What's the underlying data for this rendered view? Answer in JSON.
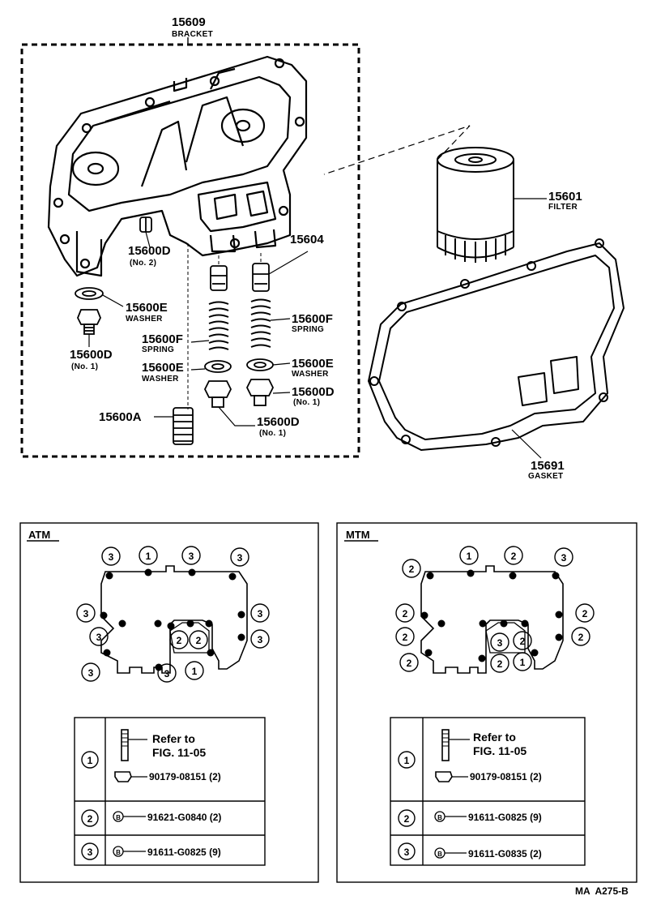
{
  "parts": {
    "bracket": {
      "number": "15609",
      "name": "BRACKET"
    },
    "filter": {
      "number": "15601",
      "name": "FILTER"
    },
    "gasket": {
      "number": "15691",
      "name": "GASKET"
    },
    "plug_no2": {
      "number": "15600D",
      "note": "(No. 2)"
    },
    "valve": {
      "number": "15604"
    },
    "washer_left": {
      "number": "15600E",
      "name": "WASHER"
    },
    "plug_left_no1": {
      "number": "15600D",
      "note": "(No. 1)"
    },
    "spring_right": {
      "number": "15600F",
      "name": "SPRING"
    },
    "spring_left": {
      "number": "15600F",
      "name": "SPRING"
    },
    "washer_mid_left": {
      "number": "15600E",
      "name": "WASHER"
    },
    "washer_mid_right": {
      "number": "15600E",
      "name": "WASHER"
    },
    "plug_mid_right": {
      "number": "15600D",
      "note": "(No. 1)"
    },
    "relief": {
      "number": "15600A"
    },
    "plug_bottom": {
      "number": "15600D",
      "note": "(No. 1)"
    }
  },
  "atm": {
    "title": "ATM",
    "callouts": [
      "3",
      "1",
      "3",
      "3",
      "3",
      "3",
      "3",
      "3",
      "2",
      "2",
      "3",
      "1",
      "3"
    ],
    "table": {
      "row1": {
        "circle": "1",
        "refer_line1": "Refer to",
        "refer_line2": "FIG. 11-05",
        "part": "90179-08151 (2)"
      },
      "row2": {
        "circle": "2",
        "bolt": "B",
        "part": "91621-G0840 (2)"
      },
      "row3": {
        "circle": "3",
        "bolt": "B",
        "part": "91611-G0825 (9)"
      }
    }
  },
  "mtm": {
    "title": "MTM",
    "callouts": [
      "2",
      "1",
      "2",
      "3",
      "2",
      "2",
      "2",
      "2",
      "2",
      "3",
      "2",
      "2",
      "1"
    ],
    "table": {
      "row1": {
        "circle": "1",
        "refer_line1": "Refer to",
        "refer_line2": "FIG. 11-05",
        "part": "90179-08151 (2)"
      },
      "row2": {
        "circle": "2",
        "bolt": "B",
        "part": "91611-G0825 (9)"
      },
      "row3": {
        "circle": "3",
        "bolt": "B",
        "part": "91611-G0835 (2)"
      }
    }
  },
  "footer": {
    "code": "MA  A275-B"
  }
}
